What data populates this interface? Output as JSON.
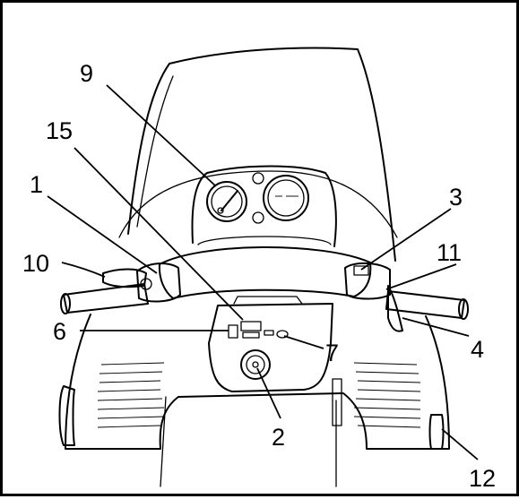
{
  "callouts": [
    {
      "id": "9",
      "text": "9"
    },
    {
      "id": "15",
      "text": "15"
    },
    {
      "id": "1",
      "text": "1"
    },
    {
      "id": "10",
      "text": "10"
    },
    {
      "id": "3",
      "text": "3"
    },
    {
      "id": "11",
      "text": "11"
    },
    {
      "id": "6",
      "text": "6"
    },
    {
      "id": "7",
      "text": "7"
    },
    {
      "id": "4",
      "text": "4"
    },
    {
      "id": "2",
      "text": "2"
    },
    {
      "id": "12",
      "text": "12"
    }
  ],
  "colors": {
    "ink": "#000000",
    "paper": "#ffffff"
  }
}
